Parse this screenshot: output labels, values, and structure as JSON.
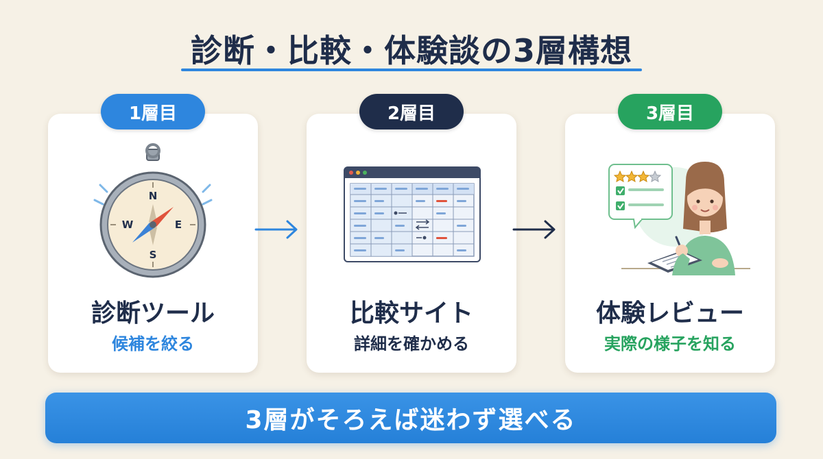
{
  "title": "診断・比較・体験談の3層構想",
  "layers": [
    {
      "badge": "1層目",
      "title": "診断ツール",
      "subtitle": "候補を絞る",
      "icon": "compass-icon",
      "compass": {
        "n": "N",
        "s": "S",
        "e": "E",
        "w": "W"
      }
    },
    {
      "badge": "2層目",
      "title": "比較サイト",
      "subtitle": "詳細を確かめる",
      "icon": "comparison-table-icon"
    },
    {
      "badge": "3層目",
      "title": "体験レビュー",
      "subtitle": "実際の様子を知る",
      "icon": "reviewer-writing-icon"
    }
  ],
  "banner": "3層がそろえば迷わず選べる",
  "colors": {
    "layer1": "#2e86de",
    "layer2": "#1f2d4a",
    "layer3": "#27a35f",
    "background": "#f6f1e6"
  }
}
